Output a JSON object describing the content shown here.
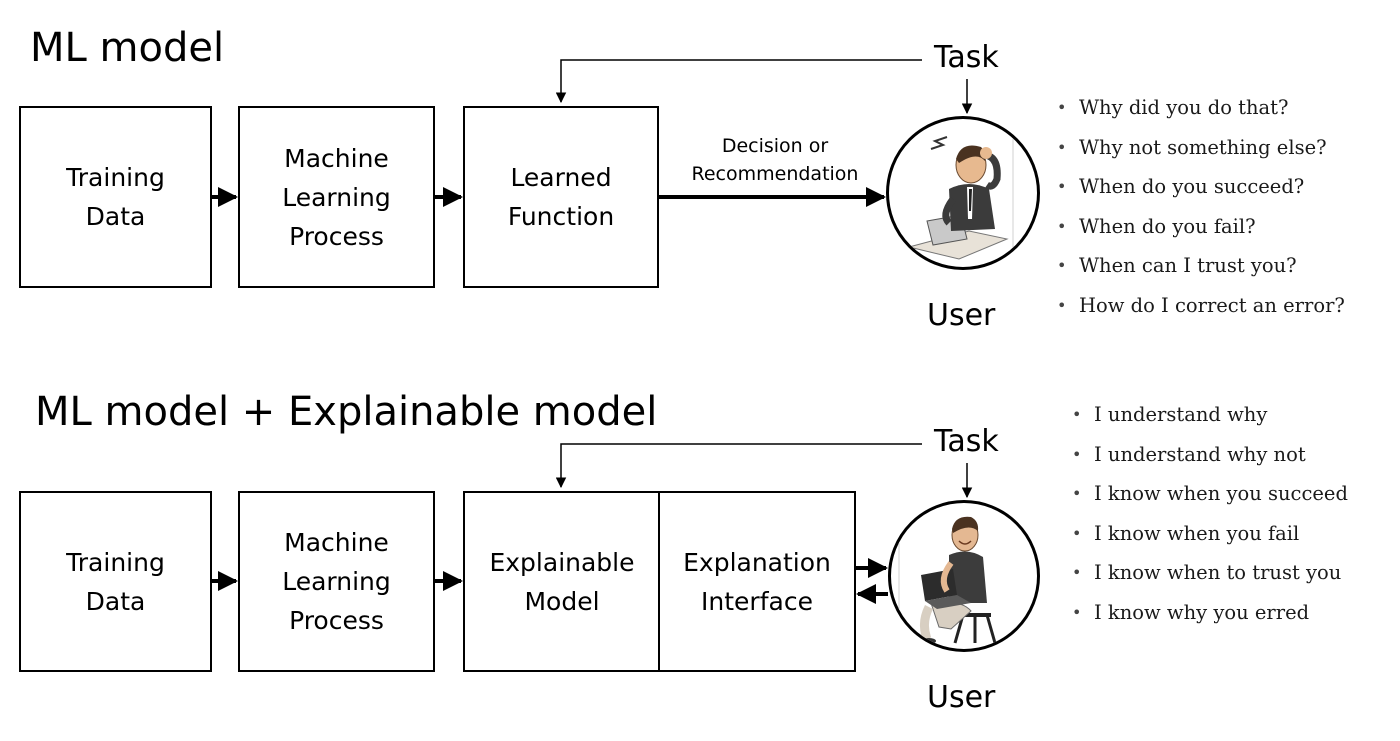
{
  "top": {
    "title": "ML model",
    "boxes": {
      "training": "Training\nData",
      "process": "Machine\nLearning\nProcess",
      "function": "Learned\nFunction"
    },
    "edge_label": "Decision or\nRecommendation",
    "task": "Task",
    "user": "User",
    "questions": [
      "Why did you do that?",
      "Why not something else?",
      "When do you succeed?",
      "When do you fail?",
      "When can I trust you?",
      "How do I correct an error?"
    ]
  },
  "bottom": {
    "title": "ML model + Explainable model",
    "boxes": {
      "training": "Training\nData",
      "process": "Machine\nLearning\nProcess",
      "model": "Explainable\nModel",
      "interface": "Explanation\nInterface"
    },
    "task": "Task",
    "user": "User",
    "statements": [
      "I understand why",
      "I understand why not",
      "I know when you succeed",
      "I know when you fail",
      "I know when to trust you",
      "I know why you erred"
    ]
  }
}
